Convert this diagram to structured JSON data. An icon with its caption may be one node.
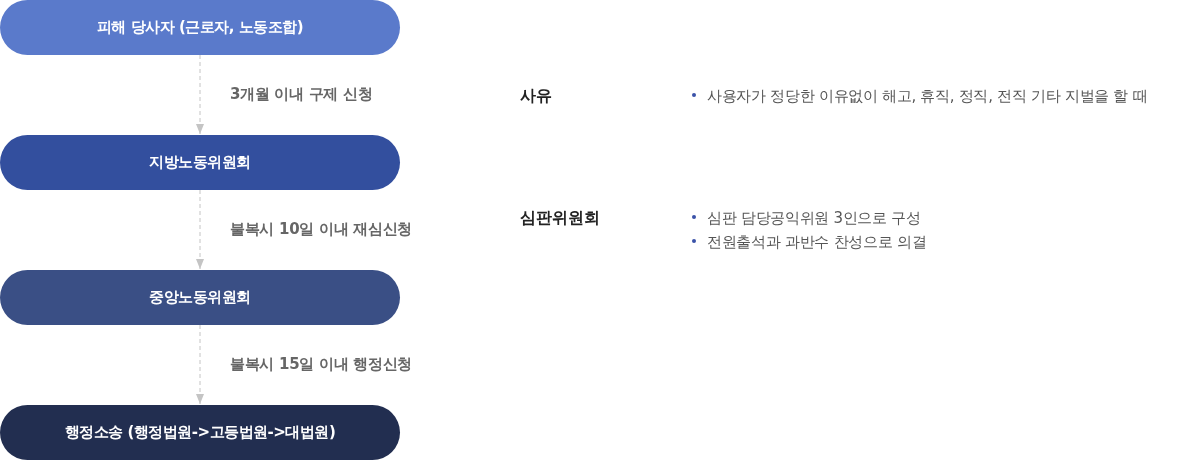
{
  "diagram": {
    "nodes": [
      {
        "text": [
          "피해 당사자 (근로자, 노동조합)"
        ]
      },
      {
        "text": [
          "지방노동위원회"
        ]
      },
      {
        "text": [
          "중앙노동위원회"
        ]
      },
      {
        "text": [
          "행정소송 (행정법원->고등법원->대법원)"
        ]
      }
    ],
    "edges": [
      {
        "from": 0,
        "to": 1,
        "arrow": "to",
        "label": "3개월 이내 구제 신청",
        "style": "dashed"
      },
      {
        "from": 1,
        "to": 2,
        "arrow": "to",
        "label": "불복시 10일 이내 재심신청",
        "style": "dashed"
      },
      {
        "from": 2,
        "to": 3,
        "arrow": "to",
        "label": "불복시 15일 이내 행정신청",
        "style": "dashed"
      }
    ],
    "labels": [
      "사유",
      "사용자가 정당한 이유없이 해고, 휴직, 정직, 전직 기타 지벌을 할 때",
      "심판위원회",
      "심판 담당공익위원 3인으로 구성",
      "전원출석과 과반수 찬성으로 의결"
    ]
  }
}
